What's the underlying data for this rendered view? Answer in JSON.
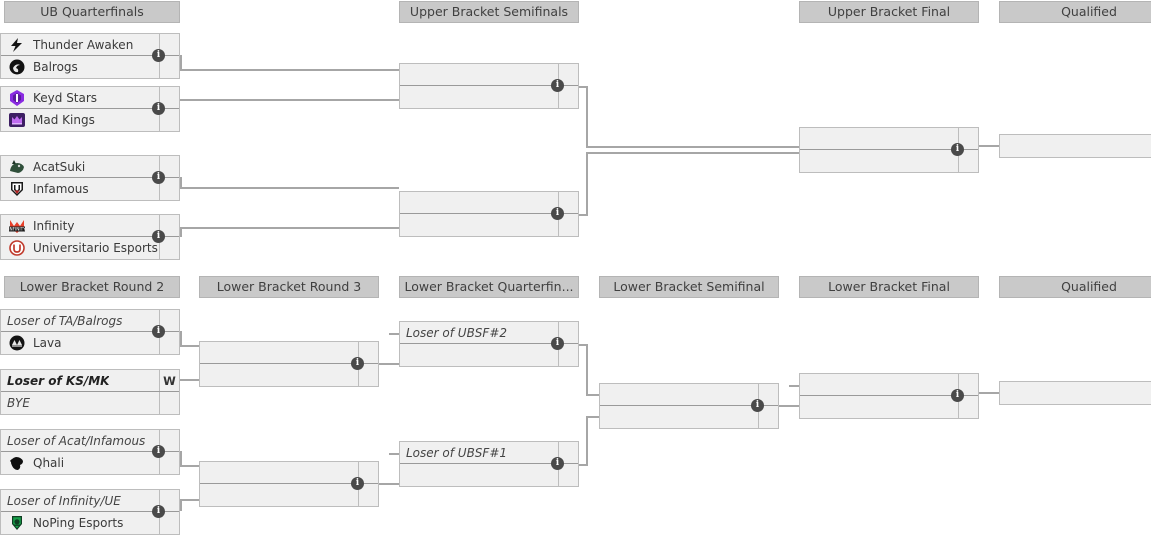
{
  "page": {
    "title": "Double Elimination Bracket"
  },
  "upper_bracket": {
    "rounds": [
      {
        "label": "UB Quarterfinals"
      },
      {
        "label": "Upper Bracket Semifinals"
      },
      {
        "label": "Upper Bracket Final"
      },
      {
        "label": "Qualified"
      }
    ],
    "quarterfinals": [
      {
        "info": "i",
        "top": {
          "team": "Thunder Awaken",
          "logo": "thunder-awaken-logo",
          "score": ""
        },
        "bottom": {
          "team": "Balrogs",
          "logo": "balrogs-logo",
          "score": ""
        }
      },
      {
        "info": "i",
        "top": {
          "team": "Keyd Stars",
          "logo": "keyd-stars-logo",
          "score": ""
        },
        "bottom": {
          "team": "Mad Kings",
          "logo": "mad-kings-logo",
          "score": ""
        }
      },
      {
        "info": "i",
        "top": {
          "team": "AcatSuki",
          "logo": "acatsuki-logo",
          "score": ""
        },
        "bottom": {
          "team": "Infamous",
          "logo": "infamous-logo",
          "score": ""
        }
      },
      {
        "info": "i",
        "top": {
          "team": "Infinity",
          "logo": "infinity-logo",
          "score": ""
        },
        "bottom": {
          "team": "Universitario Esports",
          "logo": "universitario-logo",
          "score": ""
        }
      }
    ],
    "semifinals": [
      {
        "info": "i",
        "top": {
          "team": "",
          "score": ""
        },
        "bottom": {
          "team": "",
          "score": ""
        }
      },
      {
        "info": "i",
        "top": {
          "team": "",
          "score": ""
        },
        "bottom": {
          "team": "",
          "score": ""
        }
      }
    ],
    "final": {
      "info": "i",
      "top": {
        "team": "",
        "score": ""
      },
      "bottom": {
        "team": "",
        "score": ""
      }
    },
    "qualified": {
      "team": ""
    }
  },
  "lower_bracket": {
    "rounds": [
      {
        "label": "Lower Bracket Round 2"
      },
      {
        "label": "Lower Bracket Round 3"
      },
      {
        "label": "Lower Bracket Quarterfin..."
      },
      {
        "label": "Lower Bracket Semifinal"
      },
      {
        "label": "Lower Bracket Final"
      },
      {
        "label": "Qualified"
      }
    ],
    "round2": [
      {
        "info": "i",
        "top": {
          "team": "Loser of TA/Balrogs",
          "style": "placeholder",
          "score": ""
        },
        "bottom": {
          "team": "Lava",
          "logo": "lava-logo",
          "score": ""
        }
      },
      {
        "info": "",
        "top": {
          "team": "Loser of KS/MK",
          "style": "placeholder-winner",
          "score": "W"
        },
        "bottom": {
          "team": "BYE",
          "style": "placeholder",
          "score": ""
        }
      },
      {
        "info": "i",
        "top": {
          "team": "Loser of Acat/Infamous",
          "style": "placeholder",
          "score": ""
        },
        "bottom": {
          "team": "Qhali",
          "logo": "qhali-logo",
          "score": ""
        }
      },
      {
        "info": "i",
        "top": {
          "team": "Loser of Infinity/UE",
          "style": "placeholder",
          "score": ""
        },
        "bottom": {
          "team": "NoPing Esports",
          "logo": "noping-logo",
          "score": ""
        }
      }
    ],
    "round3": [
      {
        "info": "i",
        "top": {
          "team": "",
          "score": ""
        },
        "bottom": {
          "team": "",
          "score": ""
        }
      },
      {
        "info": "i",
        "top": {
          "team": "",
          "score": ""
        },
        "bottom": {
          "team": "",
          "score": ""
        }
      }
    ],
    "quarterfinals": [
      {
        "info": "i",
        "top": {
          "team": "Loser of UBSF#2",
          "style": "placeholder",
          "score": ""
        },
        "bottom": {
          "team": "",
          "score": ""
        }
      },
      {
        "info": "i",
        "top": {
          "team": "Loser of UBSF#1",
          "style": "placeholder",
          "score": ""
        },
        "bottom": {
          "team": "",
          "score": ""
        }
      }
    ],
    "semifinal": {
      "info": "i",
      "top": {
        "team": "",
        "score": ""
      },
      "bottom": {
        "team": "",
        "score": ""
      }
    },
    "final": {
      "info": "i",
      "top": {
        "team": "",
        "score": ""
      },
      "bottom": {
        "team": "",
        "score": ""
      }
    },
    "qualified": {
      "team": ""
    }
  },
  "colors": {
    "header_bg": "#c9c9c9",
    "match_bg": "#f0f0f0",
    "line": "#a6a6a6",
    "info_badge": "#4a4a4a"
  }
}
